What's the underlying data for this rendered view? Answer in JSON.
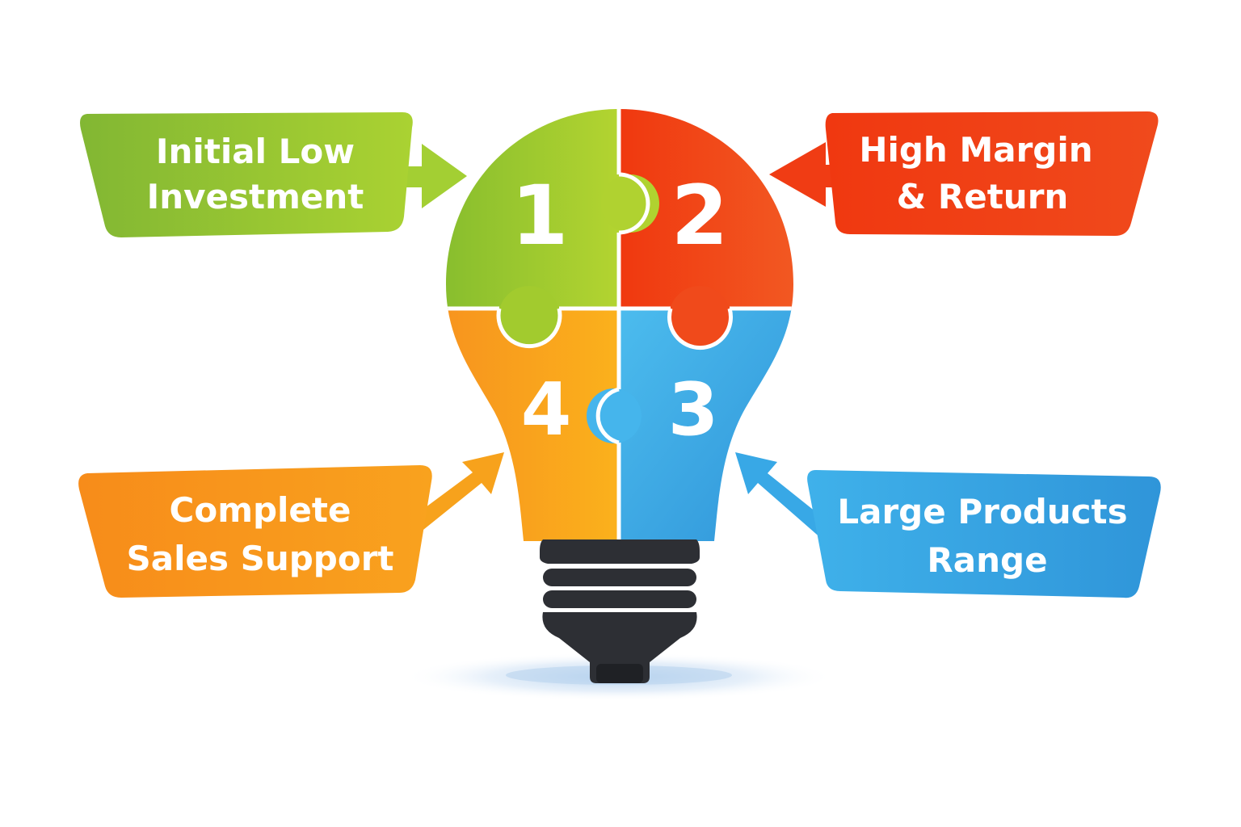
{
  "colors": {
    "green": "#8cc63f",
    "red": "#f03c14",
    "blue": "#35a2e2",
    "orange": "#f7a01c",
    "base": "#2a2c31",
    "shadow": "#a8c8e8"
  },
  "pieces": [
    {
      "number": "1",
      "color": "green"
    },
    {
      "number": "2",
      "color": "red"
    },
    {
      "number": "3",
      "color": "blue"
    },
    {
      "number": "4",
      "color": "orange"
    }
  ],
  "callouts": {
    "green": {
      "line1": "Initial Low",
      "line2": "Investment"
    },
    "red": {
      "line1": "High Margin",
      "line2": "& Return"
    },
    "orange": {
      "line1": "Complete",
      "line2": "Sales Support"
    },
    "blue": {
      "line1": "Large Products",
      "line2": "Range"
    }
  },
  "icons": {
    "bulb": "lightbulb-icon",
    "arrows": "arrow-icon"
  }
}
